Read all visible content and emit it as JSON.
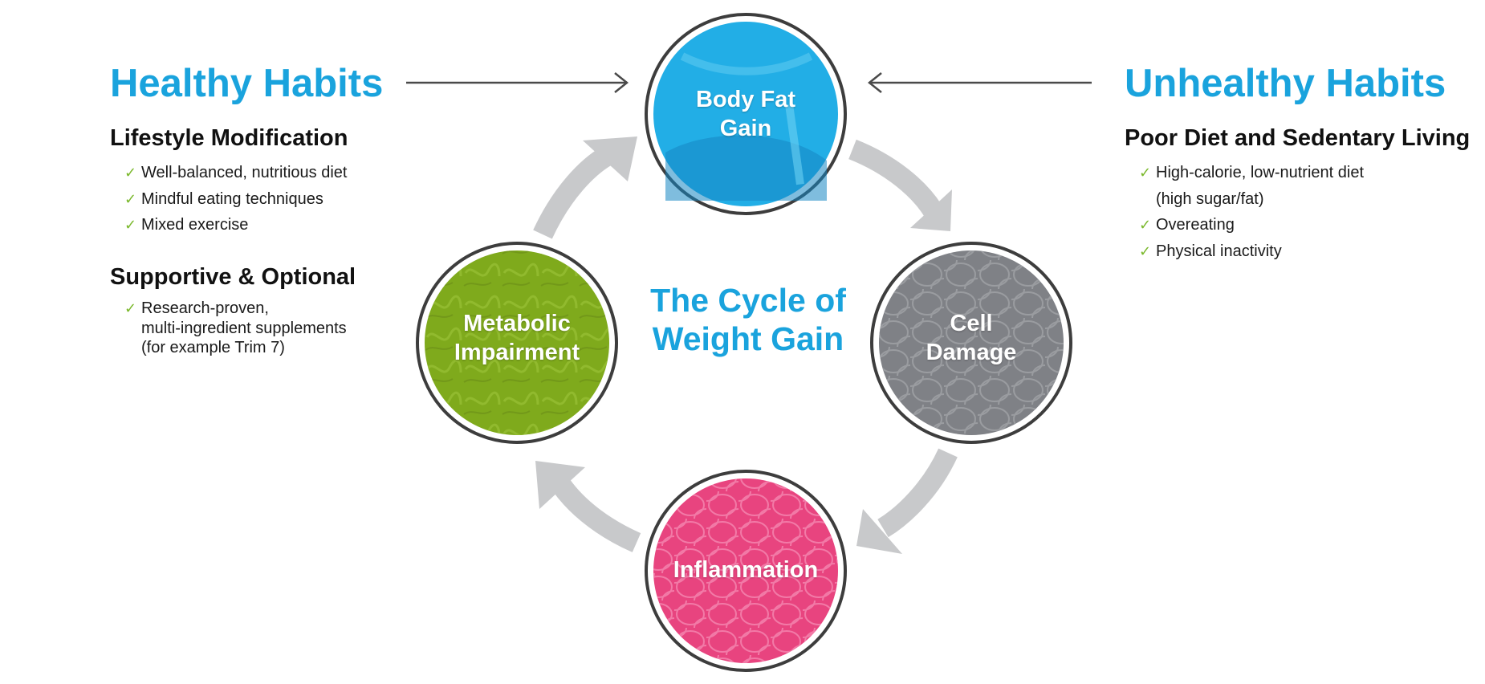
{
  "left": {
    "title": "Healthy Habits",
    "section1": {
      "heading": "Lifestyle Modification",
      "items": [
        "Well-balanced, nutritious diet",
        "Mindful eating techniques",
        "Mixed exercise"
      ]
    },
    "section2": {
      "heading": "Supportive & Optional",
      "lines": [
        "Research-proven,",
        "multi-ingredient supplements",
        "(for example Trim 7)"
      ]
    }
  },
  "right": {
    "title": "Unhealthy Habits",
    "section1": {
      "heading": "Poor Diet and Sedentary Living",
      "items": [
        "High-calorie, low-nutrient diet",
        "(high sugar/fat)",
        "Overeating",
        "Physical inactivity"
      ]
    }
  },
  "cycle": {
    "title_line1": "The Cycle of",
    "title_line2": "Weight Gain",
    "nodes": {
      "top": {
        "line1": "Body Fat",
        "line2": "Gain",
        "color": "#22aee6"
      },
      "right": {
        "line1": "Cell",
        "line2": "Damage",
        "color": "#7f8186"
      },
      "bottom": {
        "line1": "Inflammation",
        "color": "#e8447f"
      },
      "left": {
        "line1": "Metabolic",
        "line2": "Impairment",
        "color": "#7faa1c"
      }
    }
  },
  "check_glyph": "✓",
  "colors": {
    "accent": "#1aa3dd",
    "check": "#7ab82b",
    "arrow": "#c8c9cb",
    "line": "#4a4a4a"
  }
}
